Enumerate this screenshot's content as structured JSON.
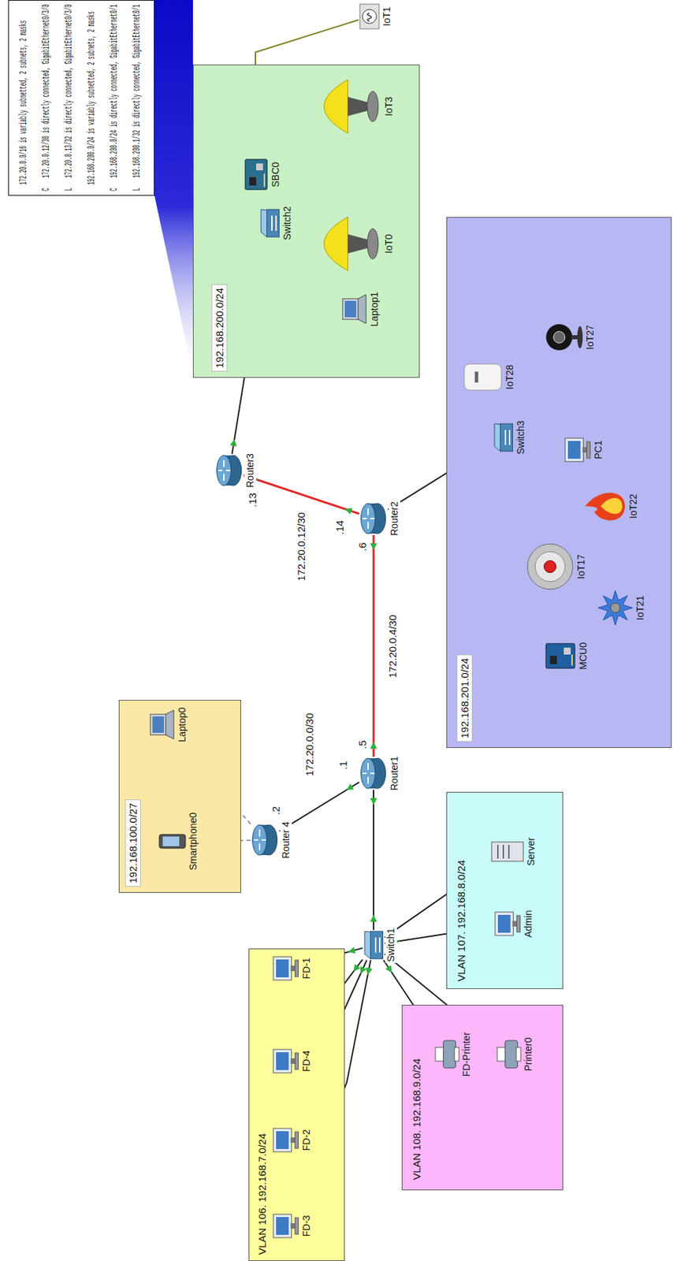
{
  "diagram": {
    "nodes": [
      {
        "text": [
          "172.20.0.0/16 is variably subnetted, 2 subnets, 2 masks",
          "C",
          "172.20.0.12/30 is directly connected, GigabitEthernet0/3/0",
          "L",
          "172.20.0.13/32 is directly connected, GigabitEthernet0/3/0",
          "192.168.200.0/24 is variably subnetted, 2 subnets, 2 masks",
          "C",
          "192.168.200.0/24 is directly connected, GigabitEthernet0/1",
          "L",
          "192.168.200.1/32 is directly connected, GigabitEthernet0/1"
        ]
      },
      {
        "text": [
          "IoT1"
        ]
      },
      {
        "text": [
          "192.168.200.0/24"
        ]
      },
      {
        "text": [
          "SBC0"
        ],
        "in": 2
      },
      {
        "text": [
          "IoT3"
        ],
        "in": 2
      },
      {
        "text": [
          "IoT0"
        ],
        "in": 2
      },
      {
        "text": [
          "Switch2"
        ],
        "in": 2
      },
      {
        "text": [
          "Laptop1"
        ],
        "in": 2
      },
      {
        "text": [
          "Router3"
        ]
      },
      {
        "text": [
          "Router2"
        ]
      },
      {
        "text": [
          "192.168.201.0/24"
        ]
      },
      {
        "text": [
          "IoT28"
        ],
        "in": 10
      },
      {
        "text": [
          "IoT27"
        ],
        "in": 10
      },
      {
        "text": [
          "Switch3"
        ],
        "in": 10
      },
      {
        "text": [
          "PC1"
        ],
        "in": 10
      },
      {
        "text": [
          "IoT17"
        ],
        "in": 10
      },
      {
        "text": [
          "IoT22"
        ],
        "in": 10
      },
      {
        "text": [
          "MCU0"
        ],
        "in": 10
      },
      {
        "text": [
          "IoT21"
        ],
        "in": 10
      },
      {
        "text": [
          "192.168.100.0/27"
        ]
      },
      {
        "text": [
          "Laptop0"
        ],
        "in": 19
      },
      {
        "text": [
          "Smartphone0"
        ],
        "in": 19
      },
      {
        "text": [
          "Router 4"
        ]
      },
      {
        "text": [
          "Router1"
        ]
      },
      {
        "text": [
          "VLAN 107. 192.168.8.0/24"
        ]
      },
      {
        "text": [
          "Admin"
        ],
        "in": 24
      },
      {
        "text": [
          "Server"
        ],
        "in": 24
      },
      {
        "text": [
          "Switch1"
        ]
      },
      {
        "text": [
          "VLAN 106. 192.168.7.0/24"
        ]
      },
      {
        "text": [
          "FD-1"
        ],
        "in": 28
      },
      {
        "text": [
          "FD-4"
        ],
        "in": 28
      },
      {
        "text": [
          "FD-2"
        ],
        "in": 28
      },
      {
        "text": [
          "FD-3"
        ],
        "in": 28
      },
      {
        "text": [
          "VLAN 108. 192.168.9.0/24"
        ]
      },
      {
        "text": [
          "FD-Printer"
        ],
        "in": 33
      },
      {
        "text": [
          "Printer0"
        ],
        "in": 33
      }
    ],
    "edges": [
      {
        "from": 3,
        "to": 1,
        "arrow": "none"
      },
      {
        "from": 6,
        "to": 3,
        "arrow": "none"
      },
      {
        "from": 6,
        "to": 4,
        "arrow": "none"
      },
      {
        "from": 6,
        "to": 5,
        "arrow": "none"
      },
      {
        "from": 6,
        "to": 7,
        "arrow": "none"
      },
      {
        "from": 8,
        "to": 6,
        "arrow": "none"
      },
      {
        "from": 9,
        "to": 8,
        "label": "172.20.0.12/30",
        "arrow": "none"
      },
      {
        "from": 9,
        "to": 13,
        "arrow": "none"
      },
      {
        "from": 13,
        "to": 11,
        "arrow": "none"
      },
      {
        "from": 13,
        "to": 12,
        "arrow": "none"
      },
      {
        "from": 13,
        "to": 14,
        "arrow": "none"
      },
      {
        "from": 13,
        "to": 15,
        "arrow": "none"
      },
      {
        "from": 15,
        "to": 17,
        "arrow": "none"
      },
      {
        "from": 17,
        "to": 18,
        "arrow": "none"
      },
      {
        "from": 22,
        "to": 20,
        "arrow": "none"
      },
      {
        "from": 22,
        "to": 21,
        "arrow": "none"
      },
      {
        "from": 22,
        "to": 23,
        "label": "172.20.0.0/30",
        "arrow": "none"
      },
      {
        "from": 23,
        "to": 9,
        "label": "172.20.0.4/30",
        "arrow": "none"
      },
      {
        "from": 23,
        "to": 27,
        "arrow": "none"
      },
      {
        "from": 27,
        "to": 25,
        "arrow": "none"
      },
      {
        "from": 27,
        "to": 26,
        "arrow": "none"
      },
      {
        "from": 27,
        "to": 29,
        "arrow": "none"
      },
      {
        "from": 27,
        "to": 30,
        "arrow": "none"
      },
      {
        "from": 27,
        "to": 31,
        "arrow": "none"
      },
      {
        "from": 27,
        "to": 32,
        "arrow": "none"
      },
      {
        "from": 27,
        "to": 34,
        "arrow": "none"
      },
      {
        "from": 27,
        "to": 35,
        "arrow": "none"
      }
    ],
    "labels": [
      ".13",
      ".14",
      ".6",
      ".5",
      ".1",
      ".2"
    ]
  }
}
